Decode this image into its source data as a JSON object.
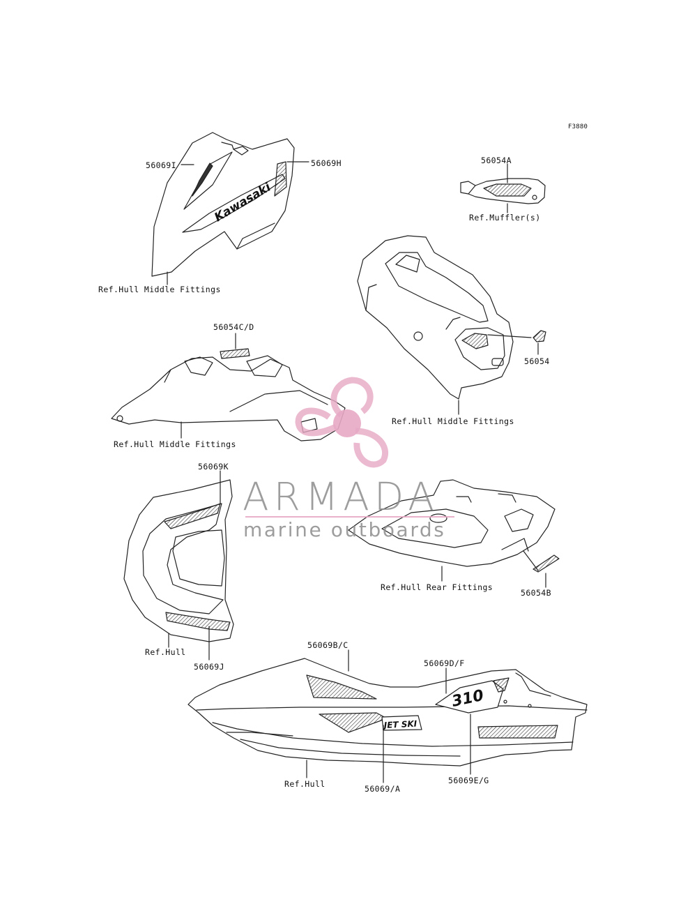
{
  "figure_code": "F3880",
  "labels": {
    "l_56069I": "56069I",
    "l_56069H": "56069H",
    "l_ref_hmf_1": "Ref.Hull Middle Fittings",
    "l_56054A": "56054A",
    "l_ref_muffler": "Ref.Muffler(s)",
    "l_56054CD": "56054C/D",
    "l_ref_hmf_2": "Ref.Hull Middle Fittings",
    "l_56054": "56054",
    "l_ref_hmf_3": "Ref.Hull Middle Fittings",
    "l_56069K": "56069K",
    "l_ref_hrf": "Ref.Hull Rear Fittings",
    "l_56054B": "56054B",
    "l_ref_hull_1": "Ref.Hull",
    "l_56069J": "56069J",
    "l_56069BC": "56069B/C",
    "l_56069DF": "56069D/F",
    "l_ref_hull_2": "Ref.Hull",
    "l_56069A": "56069/A",
    "l_56069EG": "56069E/G"
  },
  "decals": {
    "kawasaki": "Kawasaki",
    "jetski": "JET SKI",
    "number": "310"
  },
  "watermark": {
    "brand": "ARMADA",
    "tagline": "marine outboards",
    "logo_icon": "propeller-icon",
    "color": "#e7a9c4"
  }
}
